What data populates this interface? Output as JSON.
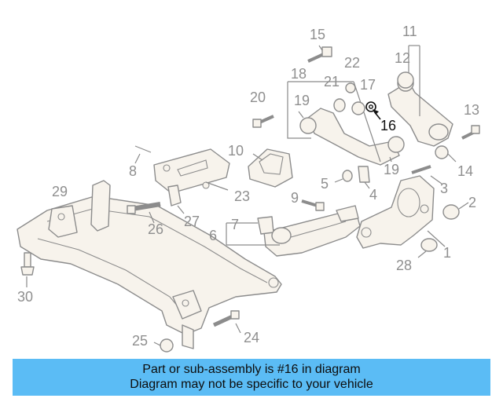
{
  "callouts": {
    "c1": "1",
    "c2": "2",
    "c3": "3",
    "c4": "4",
    "c5": "5",
    "c6": "6",
    "c7": "7",
    "c8": "8",
    "c9": "9",
    "c10": "10",
    "c11": "11",
    "c12": "12",
    "c13": "13",
    "c14": "14",
    "c15": "15",
    "c16": "16",
    "c17": "17",
    "c18": "18",
    "c19a": "19",
    "c19b": "19",
    "c20": "20",
    "c21": "21",
    "c22": "22",
    "c23": "23",
    "c24": "24",
    "c25": "25",
    "c26": "26",
    "c27": "27",
    "c28": "28",
    "c29": "29",
    "c30": "30"
  },
  "highlighted_part": "16",
  "colors": {
    "banner": "#5bbcf5",
    "highlight": "#111111",
    "lines": "#8c8c8c"
  },
  "banner": {
    "line1": "Part or sub-assembly is #16 in diagram",
    "line2": "Diagram may not be specific to your vehicle"
  }
}
